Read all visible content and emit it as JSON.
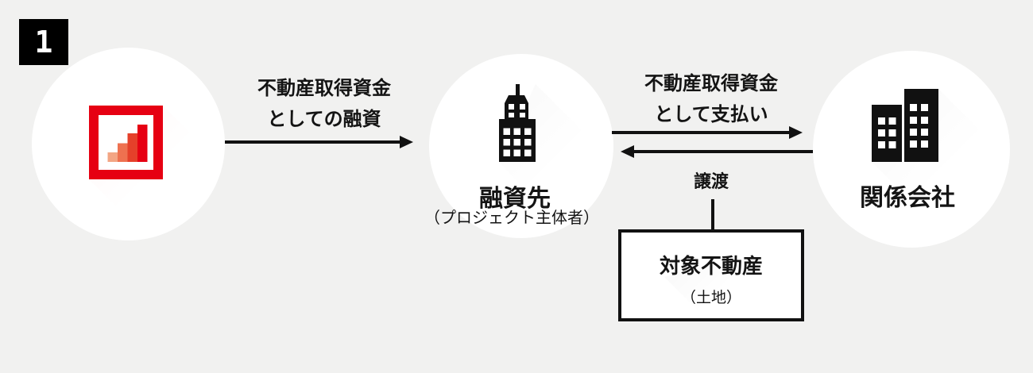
{
  "colors": {
    "background": "#f1f1f0",
    "ink": "#141414",
    "accent_red": "#e60012",
    "node_fill": "#ffffff",
    "logo_bar_colors": [
      "#f3a584",
      "#ee7150",
      "#e5402a",
      "#e60012"
    ]
  },
  "step_badge": {
    "number": "1"
  },
  "nodes": {
    "lender": {
      "icon": "bar-chart-logo-icon"
    },
    "borrower": {
      "icon": "office-building-icon",
      "label": "融資先",
      "sublabel": "（プロジェクト主体者）"
    },
    "affiliate": {
      "icon": "two-buildings-icon",
      "label": "関係会社"
    }
  },
  "flows": {
    "loan": {
      "line1": "不動産取得資金",
      "line2": "としての融資",
      "direction": "right"
    },
    "payment": {
      "line1": "不動産取得資金",
      "line2": "として支払い",
      "direction": "right"
    },
    "transfer": {
      "label": "譲渡",
      "direction": "left"
    }
  },
  "property_box": {
    "title": "対象不動産",
    "subtitle": "（土地）"
  }
}
